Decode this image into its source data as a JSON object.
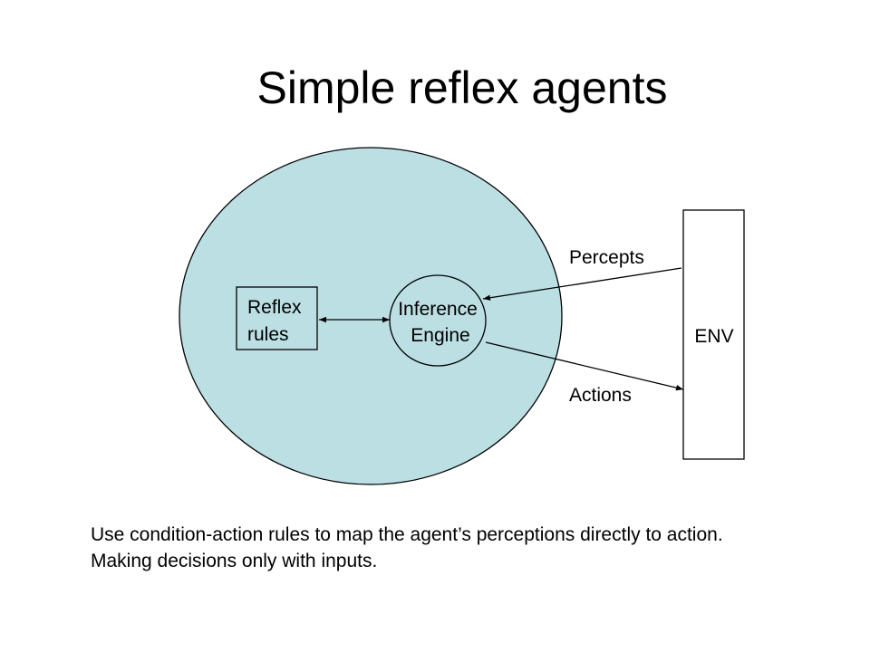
{
  "title": "Simple reflex agents",
  "diagram": {
    "agent_fill": "#bbdfe3",
    "rules_box": {
      "line1": "Reflex",
      "line2": "rules"
    },
    "inference_engine": {
      "line1": "Inference",
      "line2": "Engine"
    },
    "environment": {
      "label": "ENV"
    },
    "percepts_label": "Percepts",
    "actions_label": "Actions"
  },
  "caption": {
    "line1": "Use condition-action rules to map the agent’s perceptions directly to action.",
    "line2": "Making decisions only with inputs."
  }
}
